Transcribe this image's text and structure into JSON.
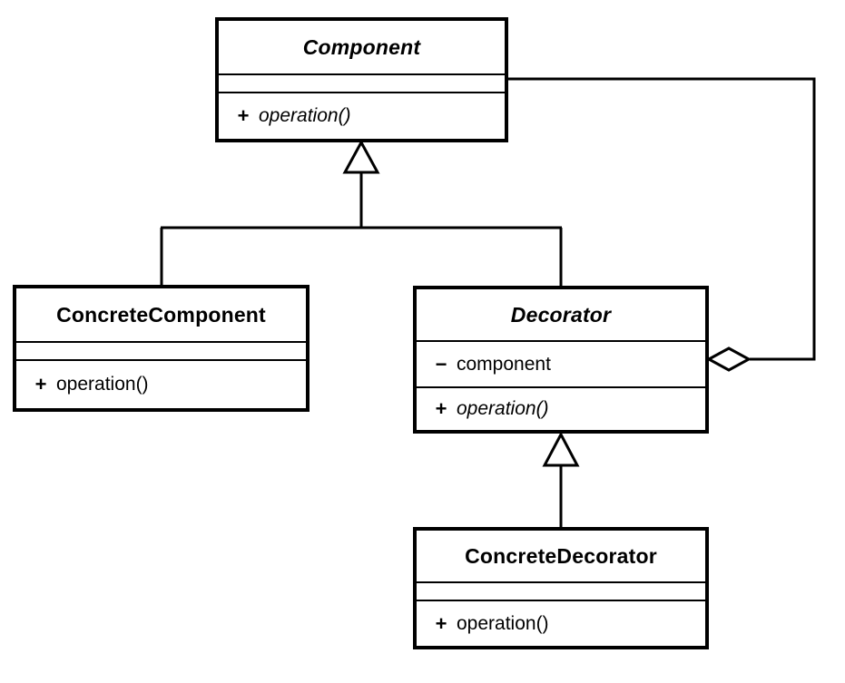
{
  "diagram": {
    "type": "uml-class-diagram",
    "pattern": "Decorator",
    "background_color": "#ffffff",
    "line_color": "#000000"
  },
  "classes": {
    "component": {
      "name": "Component",
      "abstract": true,
      "attributes": [],
      "operations": [
        {
          "visibility": "+",
          "name": "operation()",
          "abstract": true
        }
      ]
    },
    "concrete_component": {
      "name": "ConcreteComponent",
      "abstract": false,
      "attributes": [],
      "operations": [
        {
          "visibility": "+",
          "name": "operation()",
          "abstract": false
        }
      ]
    },
    "decorator": {
      "name": "Decorator",
      "abstract": true,
      "attributes": [
        {
          "visibility": "−",
          "name": "component",
          "abstract": false
        }
      ],
      "operations": [
        {
          "visibility": "+",
          "name": "operation()",
          "abstract": true
        }
      ]
    },
    "concrete_decorator": {
      "name": "ConcreteDecorator",
      "abstract": false,
      "attributes": [],
      "operations": [
        {
          "visibility": "+",
          "name": "operation()",
          "abstract": false
        }
      ]
    }
  },
  "relationships": [
    {
      "kind": "generalization",
      "from": "ConcreteComponent",
      "to": "Component",
      "arrow": "hollow-triangle"
    },
    {
      "kind": "generalization",
      "from": "Decorator",
      "to": "Component",
      "arrow": "hollow-triangle"
    },
    {
      "kind": "generalization",
      "from": "ConcreteDecorator",
      "to": "Decorator",
      "arrow": "hollow-triangle"
    },
    {
      "kind": "aggregation",
      "from": "Decorator",
      "to": "Component",
      "arrow": "hollow-diamond"
    }
  ]
}
